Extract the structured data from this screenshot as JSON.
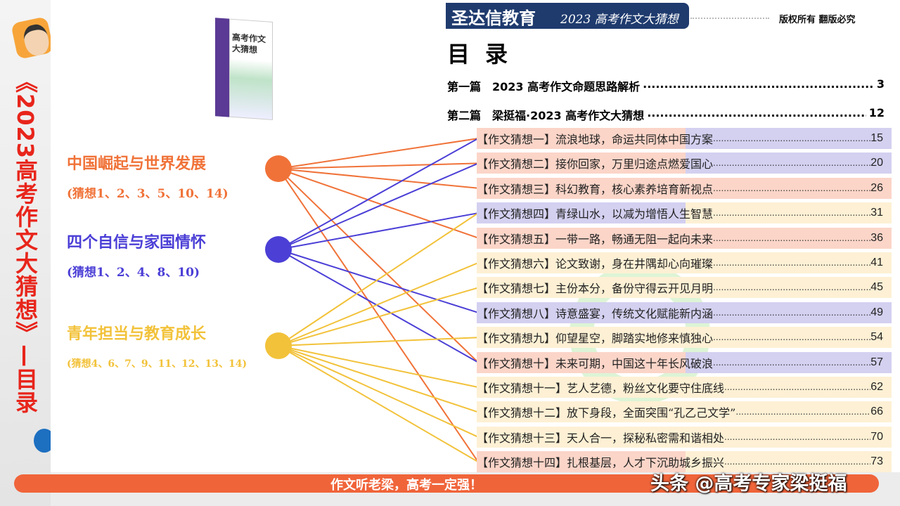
{
  "side": {
    "title": "《2023高考作文大猜想》—目录"
  },
  "book": {
    "cover_title": "高考作文大猜想"
  },
  "themes": [
    {
      "title": "中国崛起与世界发展",
      "sub": "(猜想1、2、3、5、10、14)",
      "color": "#f07238",
      "links": [
        1,
        2,
        3,
        5,
        10,
        14
      ]
    },
    {
      "title": "四个自信与家国情怀",
      "sub": "(猜想1、2、4、8、10)",
      "color": "#4b3fd6",
      "links": [
        1,
        2,
        4,
        8,
        10
      ]
    },
    {
      "title": "青年担当与教育成长",
      "sub": "(猜想4、6、7、9、11、12、13、14)",
      "color": "#f2c23a",
      "links": [
        4,
        6,
        7,
        9,
        11,
        12,
        13,
        14
      ]
    }
  ],
  "header": {
    "brand": "圣达信教育",
    "subtitle": "2023 高考作文大猜想",
    "copyright": "版权所有 翻版必究"
  },
  "toc": {
    "title": "目录",
    "parts": [
      {
        "label": "第一篇　2023 高考作文命题思路解析",
        "page": "3"
      },
      {
        "label": "第二篇　梁挺福·2023 高考作文大猜想",
        "page": "12"
      }
    ],
    "entries": [
      {
        "label": "【作文猜想一】流浪地球，命运共同体中国方案",
        "page": "15",
        "bg": [
          "#fbd5c8",
          "#d3d0f0"
        ]
      },
      {
        "label": "【作文猜想二】接你回家，万里归途点燃爱国心",
        "page": "20",
        "bg": [
          "#fbd5c8",
          "#d3d0f0"
        ]
      },
      {
        "label": "【作文猜想三】科幻教育，核心素养培育新视点",
        "page": "26",
        "bg": [
          "#fbd5c8",
          "#fbd5c8"
        ]
      },
      {
        "label": "【作文猜想四】青绿山水，以减为增悟人生智慧",
        "page": "31",
        "bg": [
          "#d3d0f0",
          "#fdf0d4"
        ]
      },
      {
        "label": "【作文猜想五】一带一路，畅通无阻一起向未来",
        "page": "36",
        "bg": [
          "#fbd5c8",
          "#fbd5c8"
        ]
      },
      {
        "label": "【作文猜想六】论文致谢，身在井隅却心向璀璨",
        "page": "41",
        "bg": [
          "#fdf0d4",
          "#fdf0d4"
        ]
      },
      {
        "label": "【作文猜想七】主份本分，备份守得云开见月明",
        "page": "45",
        "bg": [
          "#fdf0d4",
          "#fdf0d4"
        ]
      },
      {
        "label": "【作文猜想八】诗意盛宴，传统文化赋能新内涵",
        "page": "49",
        "bg": [
          "#d3d0f0",
          "#d3d0f0"
        ]
      },
      {
        "label": "【作文猜想九】仰望星空，脚踏实地修来慎独心",
        "page": "54",
        "bg": [
          "#fdf0d4",
          "#fdf0d4"
        ]
      },
      {
        "label": "【作文猜想十】未来可期，中国这十年长风破浪",
        "page": "57",
        "bg": [
          "#fbd5c8",
          "#d3d0f0"
        ]
      },
      {
        "label": "【作文猜想十一】艺人艺德，粉丝文化要守住底线",
        "page": "62",
        "bg": [
          "#fdf0d4",
          "#fdf0d4"
        ]
      },
      {
        "label": "【作文猜想十二】放下身段，全面突围“孔乙己文学”",
        "page": "66",
        "bg": [
          "#fdf0d4",
          "#fdf0d4"
        ]
      },
      {
        "label": "【作文猜想十三】天人合一，探秘私密需和谐相处",
        "page": "70",
        "bg": [
          "#fdf0d4",
          "#fdf0d4"
        ]
      },
      {
        "label": "【作文猜想十四】扎根基层，人才下沉助城乡振兴",
        "page": "73",
        "bg": [
          "#fbd5c8",
          "#fdf0d4"
        ]
      }
    ]
  },
  "footer": {
    "slogan": "作文听老梁，高考一定强！",
    "watermark": "头条 @高考专家梁挺福"
  }
}
